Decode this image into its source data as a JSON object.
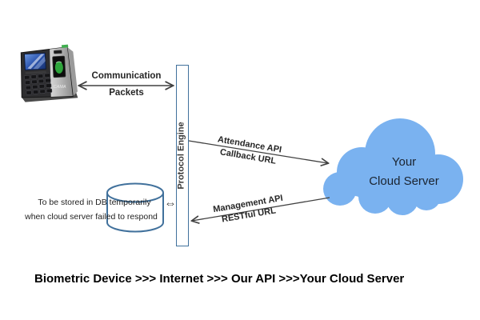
{
  "diagram": {
    "device": {
      "brand": "CAMA"
    },
    "communication": {
      "line1": "Communication",
      "line2": "Packets"
    },
    "protocol_engine": {
      "label": "Protocol Engine"
    },
    "attendance": {
      "line1": "Attendance API",
      "line2": "Callback URL"
    },
    "management": {
      "line1": "Management API",
      "line2": "RESTful URL"
    },
    "db": {
      "note_line1": "To be stored in DB temporarily",
      "note_line2": "when cloud server failed to respond",
      "sync_symbol": "⇔"
    },
    "cloud": {
      "line1": "Your",
      "line2": "Cloud Server"
    },
    "caption": "Biometric Device >>> Internet >>> Our API >>>Your Cloud Server"
  },
  "colors": {
    "cloud_fill": "#7AB2F0",
    "shape_border": "#41719C",
    "arrow": "#404040",
    "label_text": "#262626",
    "caption_text": "#000000",
    "fingerprint_green": "#2fae3e"
  }
}
